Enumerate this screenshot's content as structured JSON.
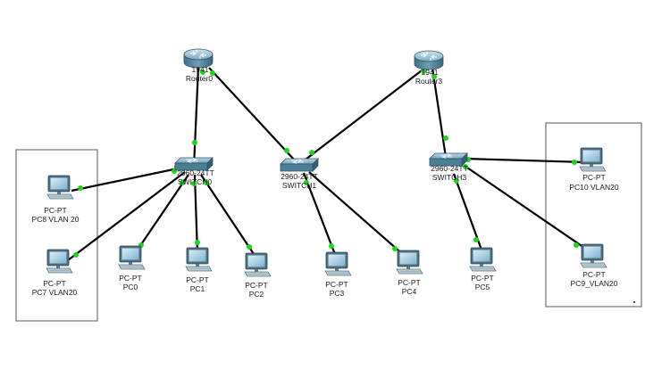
{
  "diagram": {
    "title": "",
    "routers": [
      {
        "id": "r0",
        "model": "1941",
        "name": "Router0"
      },
      {
        "id": "r3",
        "model": "1941",
        "name": "Router3"
      }
    ],
    "switches": [
      {
        "id": "s0",
        "model": "2960-24TT",
        "name": "SWITCH0"
      },
      {
        "id": "s1",
        "model": "2960-24TT",
        "name": "SWITCH1"
      },
      {
        "id": "s3",
        "model": "2960-24TT",
        "name": "SWITCH3"
      }
    ],
    "pcs": [
      {
        "id": "pc8",
        "type": "PC-PT",
        "name": "PC8 VLAN 20"
      },
      {
        "id": "pc7",
        "type": "PC-PT",
        "name": "PC7 VLAN20"
      },
      {
        "id": "pc0",
        "type": "PC-PT",
        "name": "PC0"
      },
      {
        "id": "pc1",
        "type": "PC-PT",
        "name": "PC1"
      },
      {
        "id": "pc2",
        "type": "PC-PT",
        "name": "PC2"
      },
      {
        "id": "pc3",
        "type": "PC-PT",
        "name": "PC3"
      },
      {
        "id": "pc4",
        "type": "PC-PT",
        "name": "PC4"
      },
      {
        "id": "pc5",
        "type": "PC-PT",
        "name": "PC5"
      },
      {
        "id": "pc10",
        "type": "PC-PT",
        "name": "PC10 VLAN20"
      },
      {
        "id": "pc9",
        "type": "PC-PT",
        "name": "PC9_VLAN20"
      }
    ],
    "links": [
      [
        "r0",
        "s0"
      ],
      [
        "r0",
        "s1"
      ],
      [
        "r3",
        "s1"
      ],
      [
        "r3",
        "s3"
      ],
      [
        "s0",
        "pc8"
      ],
      [
        "s0",
        "pc7"
      ],
      [
        "s0",
        "pc0"
      ],
      [
        "s0",
        "pc1"
      ],
      [
        "s0",
        "pc2"
      ],
      [
        "s1",
        "pc3"
      ],
      [
        "s1",
        "pc4"
      ],
      [
        "s3",
        "pc5"
      ],
      [
        "s3",
        "pc10"
      ],
      [
        "s3",
        "pc9"
      ]
    ],
    "colors": {
      "link": "#000000",
      "port_up": "#1fd31f",
      "area_border": "#555555"
    }
  }
}
